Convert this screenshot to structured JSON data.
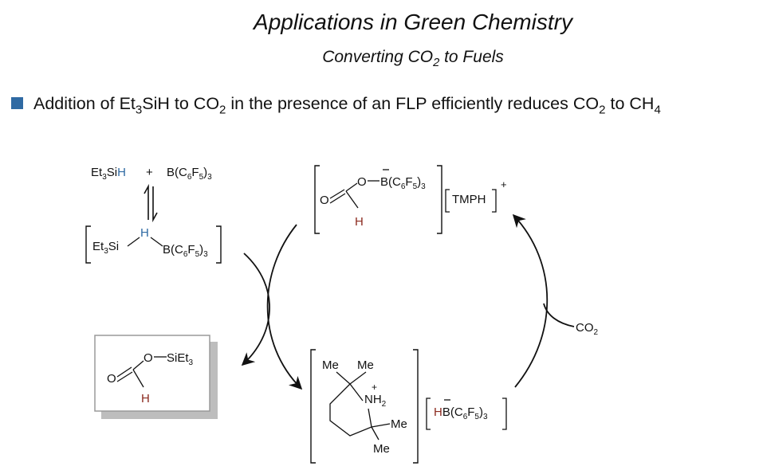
{
  "title": "Applications in Green Chemistry",
  "subtitle_main": "Converting CO",
  "subtitle_sub": "2",
  "subtitle_end": " to Fuels",
  "bullet": {
    "p1": "Addition of Et",
    "s1": "3",
    "p2": "SiH to CO",
    "s2": "2",
    "p3": " in the presence of an FLP efficiently reduces CO",
    "s3": "2",
    "p4": " to CH",
    "s4": "4"
  },
  "labels": {
    "et": "Et",
    "three": "3",
    "si": "Si",
    "h": "H",
    "plus": "+",
    "b": "B",
    "bc6f5_open": "B(C",
    "six": "6",
    "f": "F",
    "five": "5",
    "close3_paren": ")",
    "o": "O",
    "o_dash": "O",
    "minus": "−",
    "tmph": "TMPH",
    "cplus": "+",
    "co": "CO",
    "two": "2",
    "me": "Me",
    "nh": "NH",
    "sieto": "SiEt"
  },
  "colors": {
    "bullet": "#2f6aa3",
    "hydride_blue": "#2f6aa3",
    "hydride_red": "#8b2a1f"
  }
}
